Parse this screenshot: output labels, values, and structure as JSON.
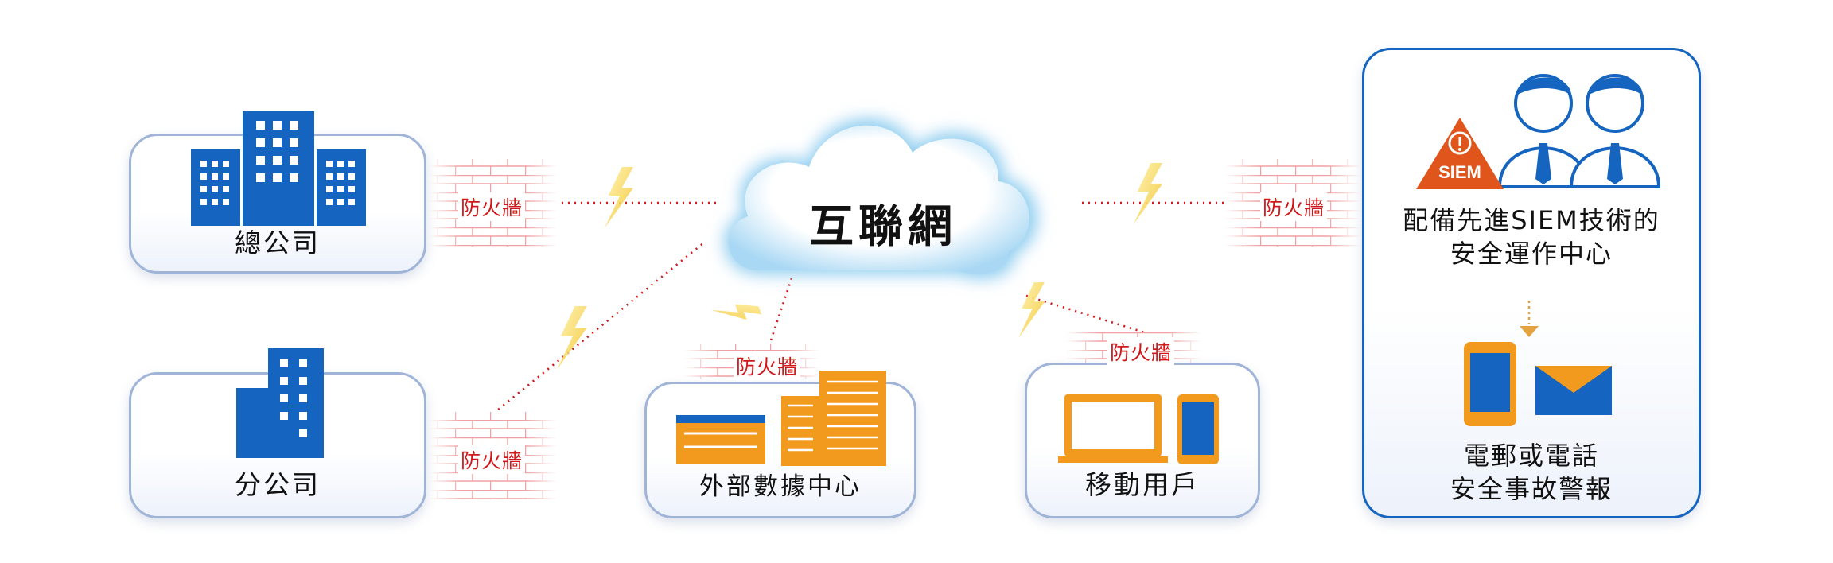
{
  "center": {
    "label": "互聯網"
  },
  "nodes": {
    "hq": "總公司",
    "branch": "分公司",
    "datacenter": "外部數據中心",
    "mobile": "移動用戶"
  },
  "firewall": {
    "label": "防火牆"
  },
  "soc": {
    "badge": "SIEM",
    "line1": "配備先進SIEM技術的",
    "line2": "安全運作中心",
    "alert_line1": "電郵或電話",
    "alert_line2": "安全事故警報"
  },
  "colors": {
    "building_blue": "#1565c0",
    "server_orange": "#f29a1d",
    "firewall_red": "#d0181b",
    "bolt_yellow": "#f5d24a",
    "cloud_glow": "#9fd3f2"
  }
}
